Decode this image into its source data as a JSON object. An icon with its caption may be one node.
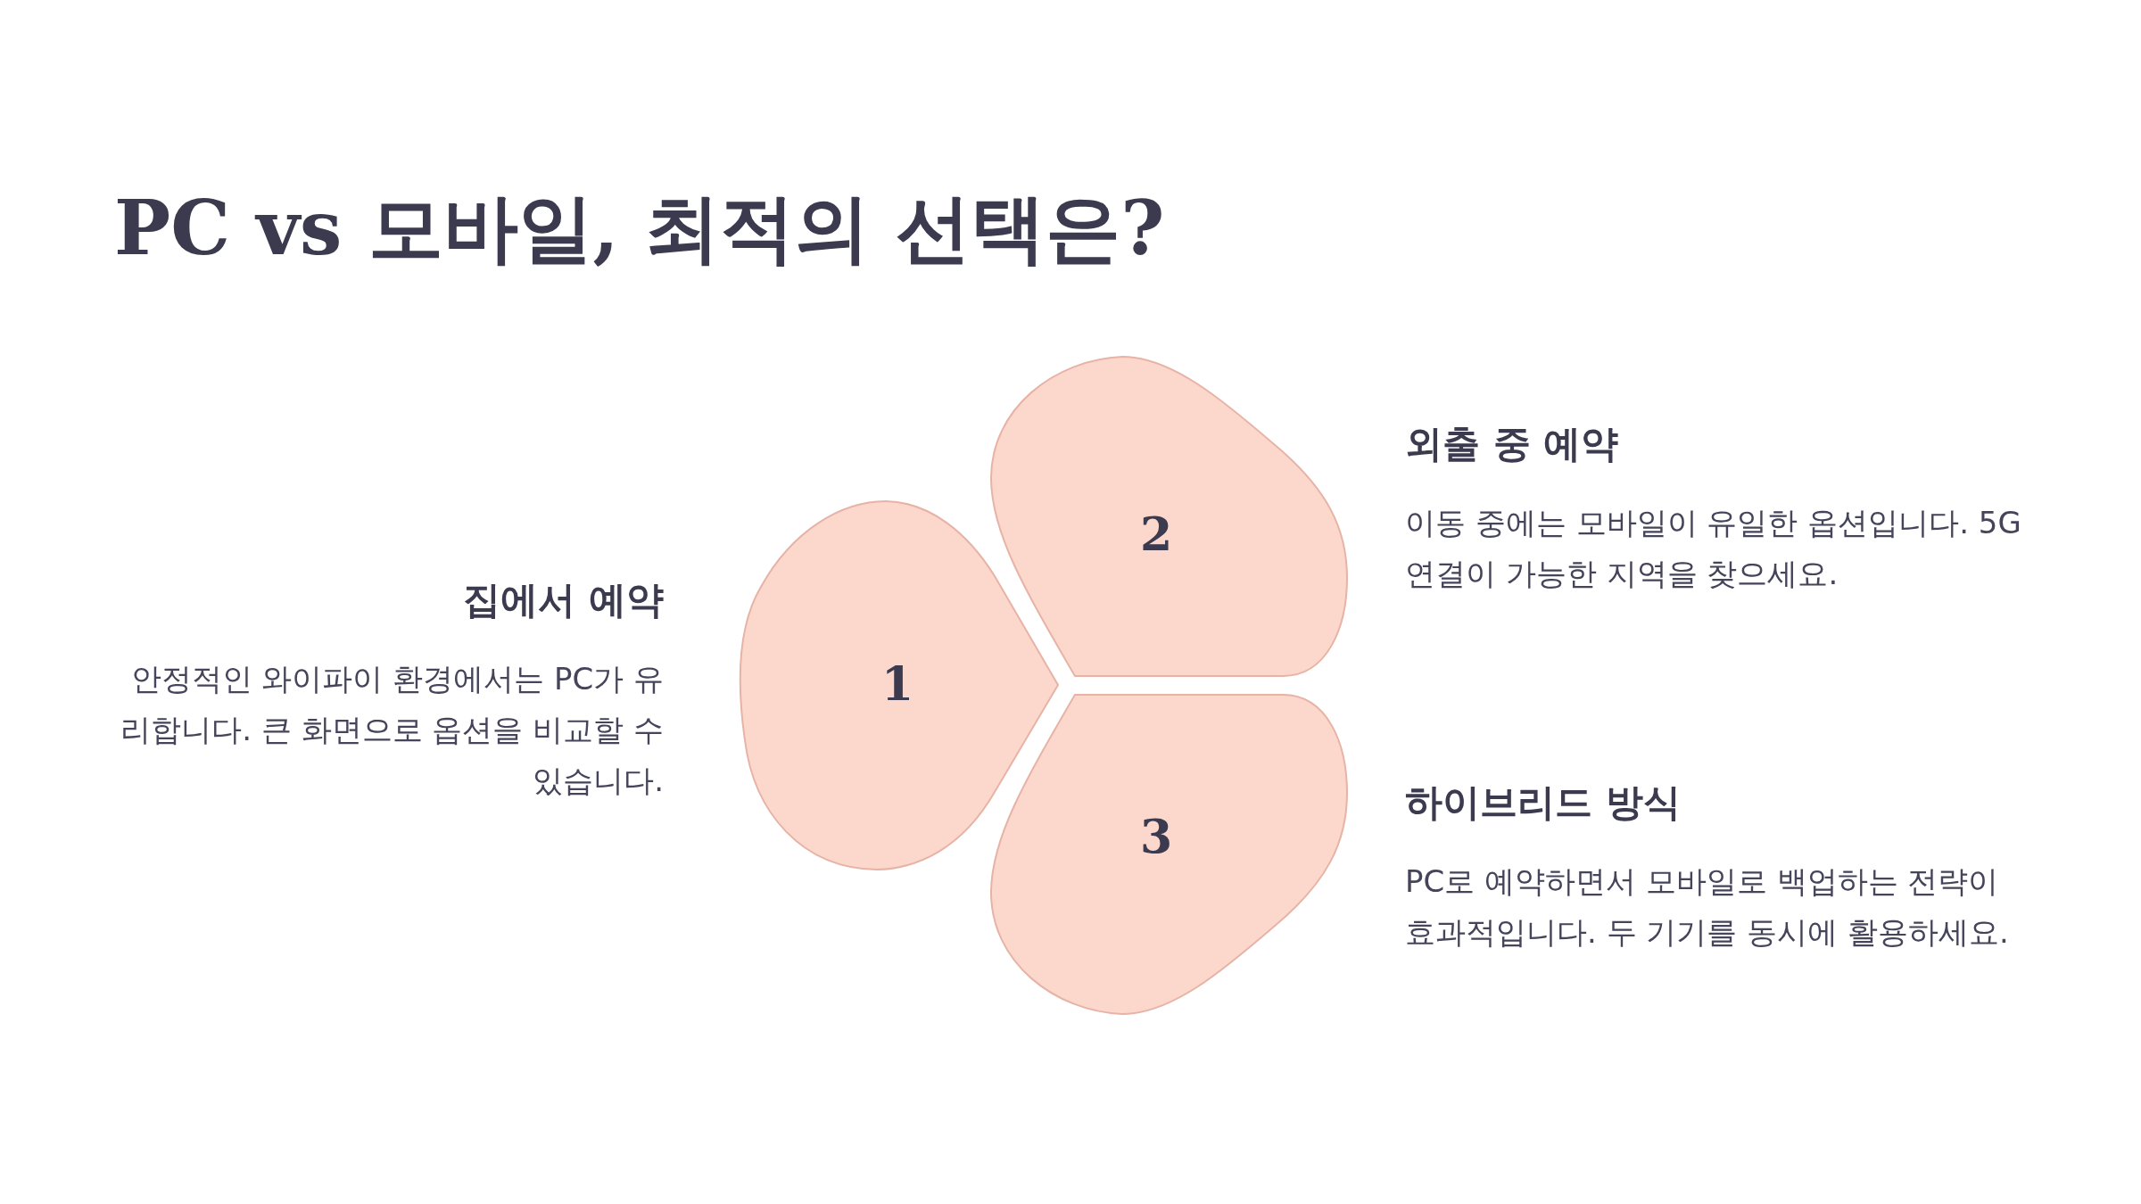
{
  "diagram": {
    "title": "PC vs 모바일, 최적의 선택은?",
    "nodes": [
      {
        "text": [
          "1"
        ],
        "beside": [
          "집에서 예약",
          "안정적인 와이파이 환경에서는 PC가 유리합니다. 큰 화면으로 옵션을 비교할 수 있습니다."
        ]
      },
      {
        "text": [
          "2"
        ],
        "beside": [
          "외출 중 예약",
          "이동 중에는 모바일이 유일한 옵션입니다. 5G 연결이 가능한 지역을 찾으세요."
        ]
      },
      {
        "text": [
          "3"
        ],
        "beside": [
          "하이브리드 방식",
          "PC로 예약하면서 모바일로 백업하는 전략이 효과적입니다. 두 기기를 동시에 활용하세요."
        ]
      }
    ],
    "edges": []
  }
}
